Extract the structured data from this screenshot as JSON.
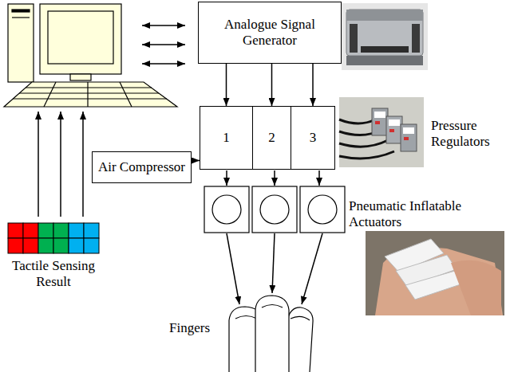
{
  "diagram": {
    "nodes": [
      {
        "text": [
          "Analogue Signal Generator"
        ]
      },
      {
        "text": [
          "Air Compressor"
        ]
      },
      {
        "text": [
          "1"
        ]
      },
      {
        "text": [
          "2"
        ]
      },
      {
        "text": [
          "3"
        ]
      }
    ],
    "edges": [
      {
        "from": 0,
        "to": 2,
        "arrow": "to"
      },
      {
        "from": 0,
        "to": 3,
        "arrow": "to"
      },
      {
        "from": 0,
        "to": 4,
        "arrow": "to"
      },
      {
        "from": 1,
        "to": 2,
        "arrow": "to"
      }
    ],
    "labels": [
      "Pressure Regulators",
      "Pneumatic Inflatable Actuators",
      "Tactile Sensing Result",
      "Fingers"
    ]
  }
}
